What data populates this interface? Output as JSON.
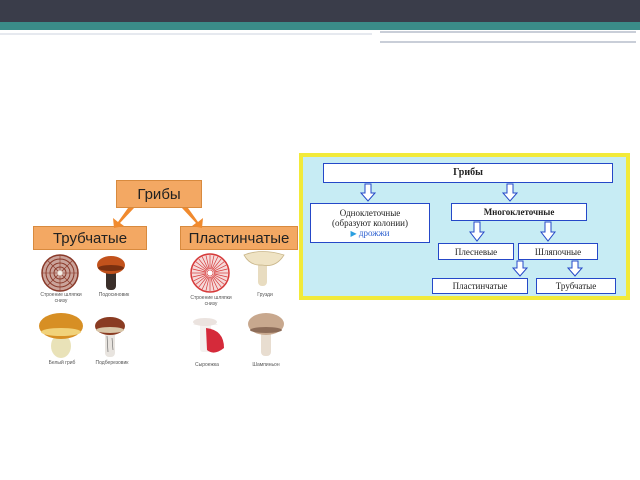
{
  "left_diagram": {
    "root": "Грибы",
    "tubular": "Трубчатые",
    "lamellar": "Пластинчатые",
    "labels": {
      "tub_structure": "Строение шляпки снизу",
      "tub_aspen": "Подосиновик",
      "tub_white": "Белый гриб",
      "tub_birch": "Подберезовик",
      "plast_structure": "Строение шляпки снизу",
      "plast_milk": "Грузди",
      "plast_russula": "Сыроежка",
      "plast_champignon": "Шампиньон"
    }
  },
  "right_diagram": {
    "root": "Грибы",
    "unicellular_line1": "Одноклеточные",
    "unicellular_line2": "(образуют колонии)",
    "unicellular_sub": "дрожжи",
    "multicellular": "Многоклеточные",
    "mold": "Плесневые",
    "hat": "Шляпочные",
    "lamellar": "Пластинчатые",
    "tubular": "Трубчатые"
  },
  "colors": {
    "orange_box": "#f3a863",
    "blue_border": "#2548c8",
    "frame_yellow": "#f2ea3a",
    "frame_fill": "#c7ecf4",
    "banner_dark": "#3a3d4a",
    "banner_teal": "#3a8c88"
  }
}
